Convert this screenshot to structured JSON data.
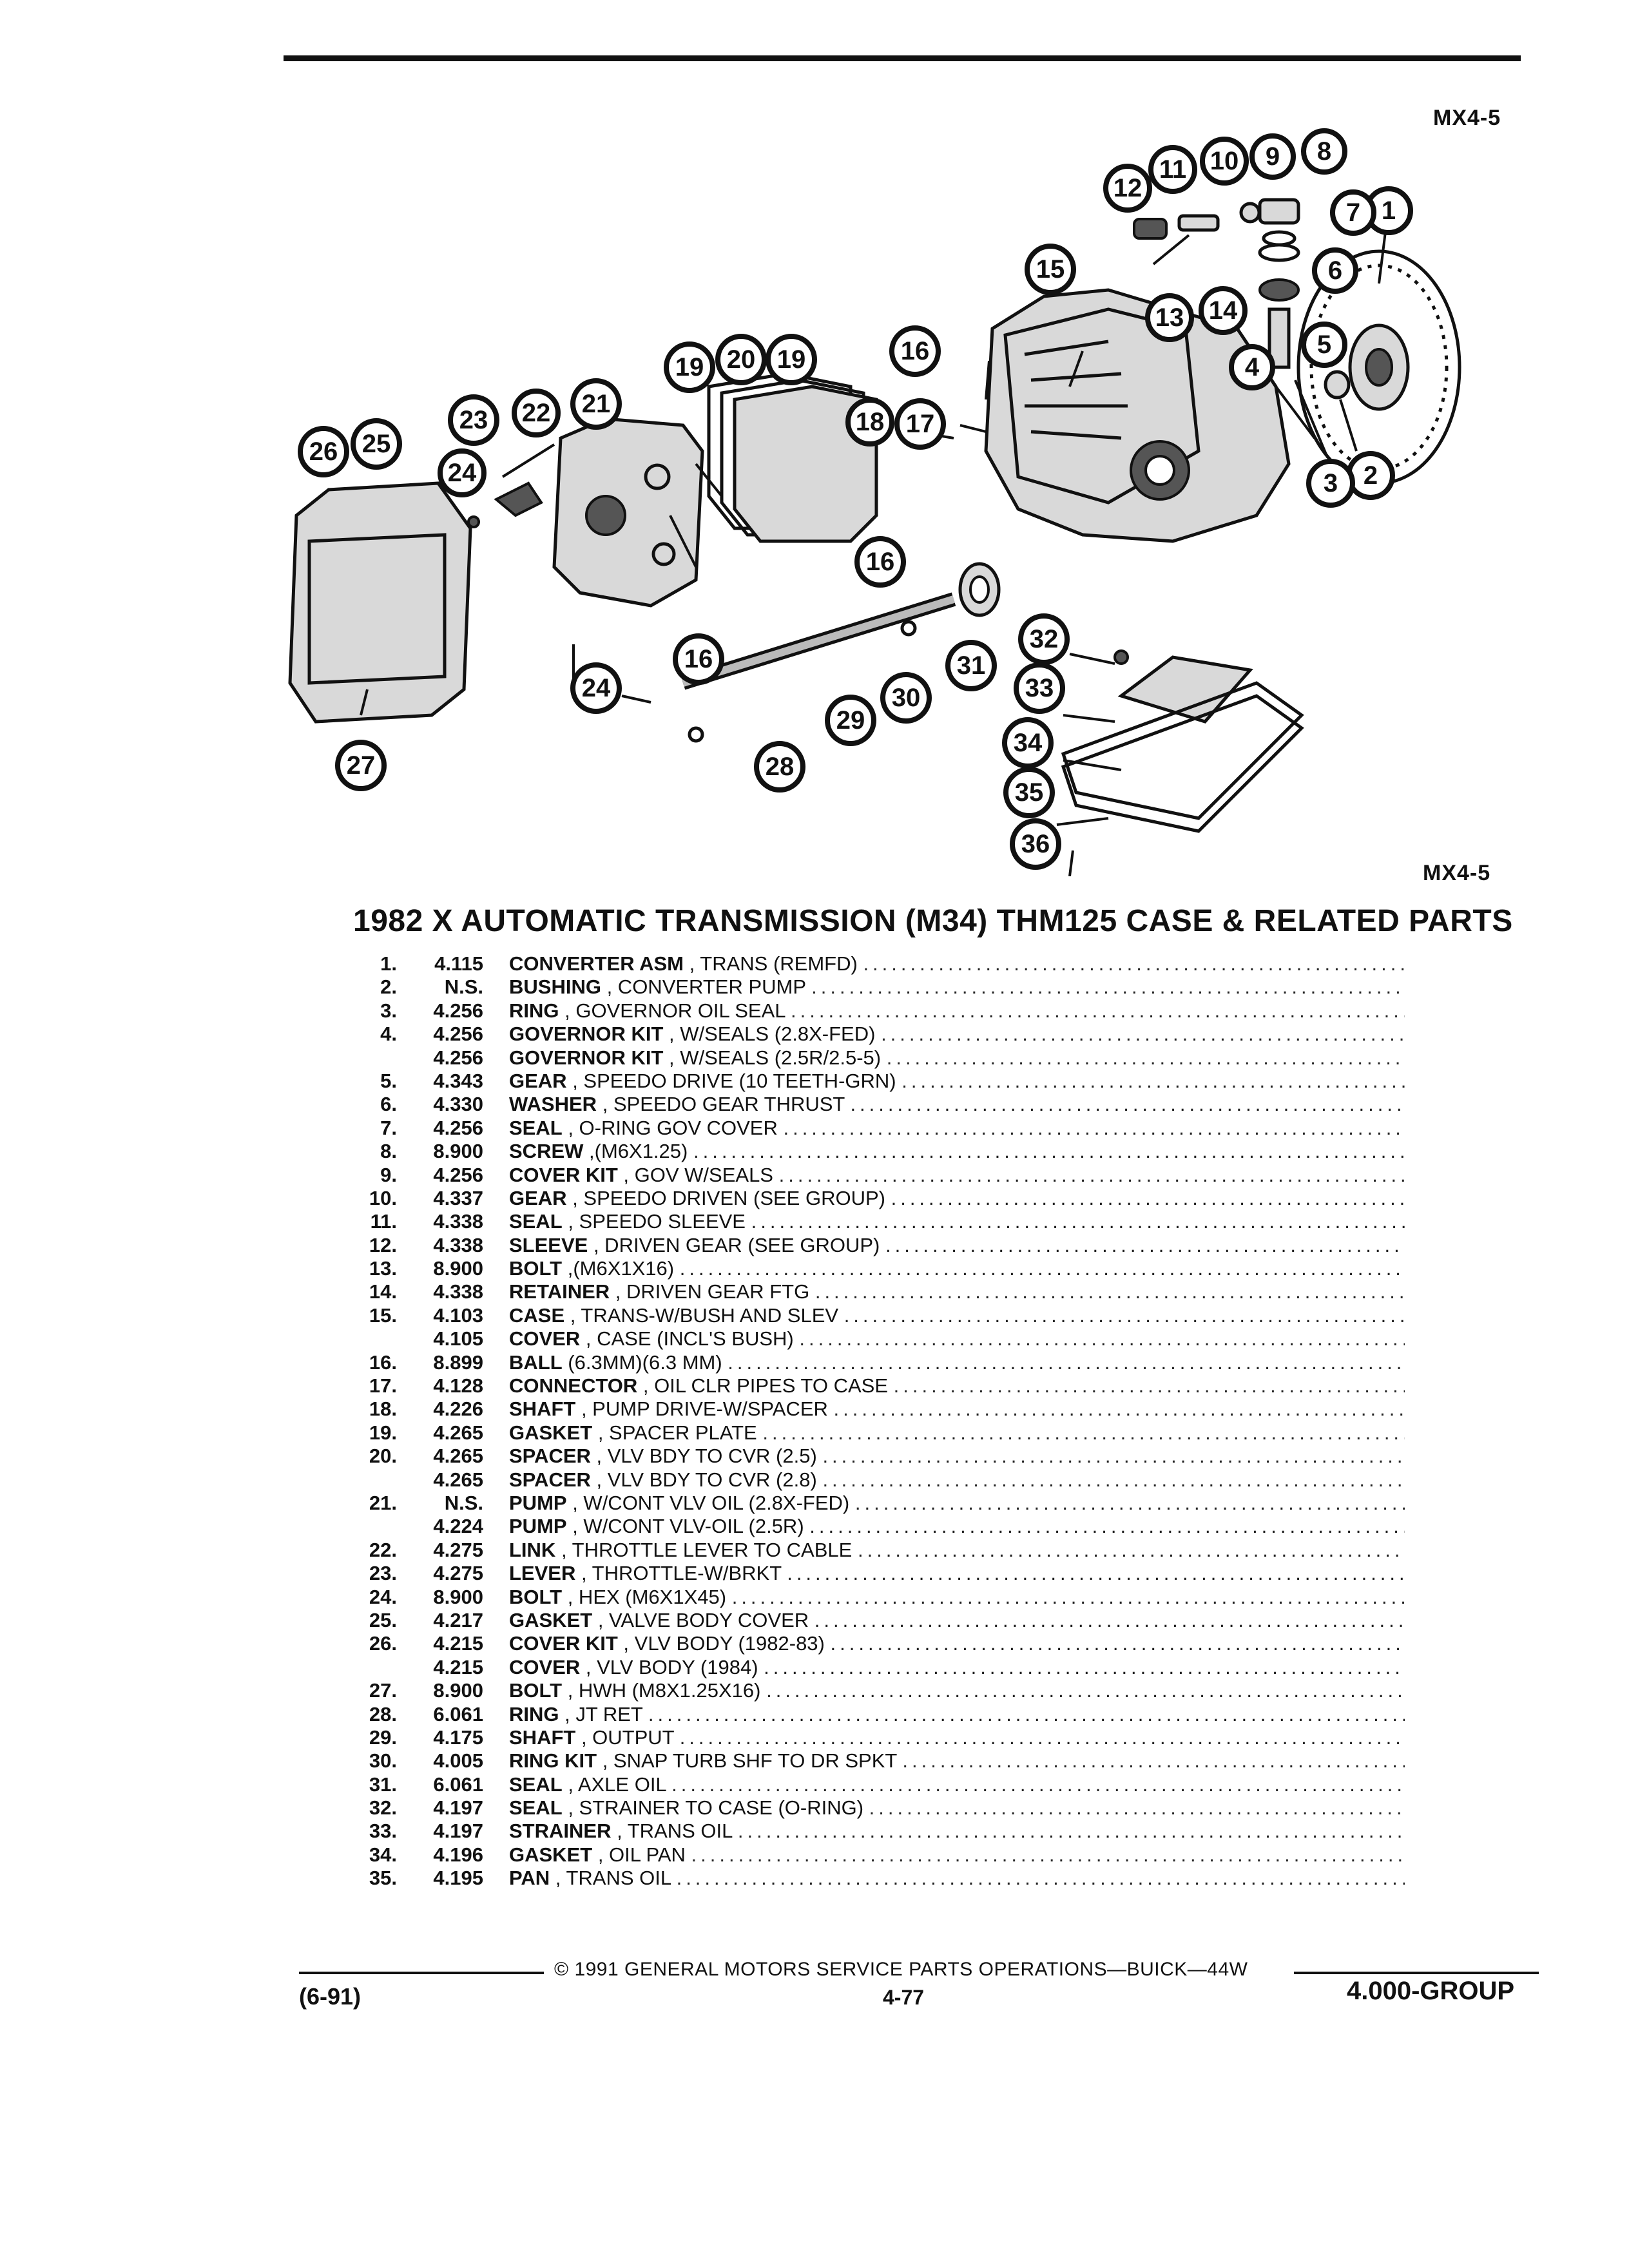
{
  "header": {
    "code_top": "MX4-5",
    "code_bottom": "MX4-5"
  },
  "diagram": {
    "callouts": [
      {
        "id": "c1",
        "label": "1"
      },
      {
        "id": "c2",
        "label": "2"
      },
      {
        "id": "c3",
        "label": "3"
      },
      {
        "id": "c4",
        "label": "4"
      },
      {
        "id": "c5",
        "label": "5"
      },
      {
        "id": "c6",
        "label": "6"
      },
      {
        "id": "c7",
        "label": "7"
      },
      {
        "id": "c8",
        "label": "8"
      },
      {
        "id": "c9",
        "label": "9"
      },
      {
        "id": "c10",
        "label": "10"
      },
      {
        "id": "c11",
        "label": "11"
      },
      {
        "id": "c12",
        "label": "12"
      },
      {
        "id": "c13",
        "label": "13"
      },
      {
        "id": "c14",
        "label": "14"
      },
      {
        "id": "c15",
        "label": "15"
      },
      {
        "id": "c16a",
        "label": "16"
      },
      {
        "id": "c16b",
        "label": "16"
      },
      {
        "id": "c16c",
        "label": "16"
      },
      {
        "id": "c17",
        "label": "17"
      },
      {
        "id": "c18",
        "label": "18"
      },
      {
        "id": "c19a",
        "label": "19"
      },
      {
        "id": "c20",
        "label": "20"
      },
      {
        "id": "c19b",
        "label": "19"
      },
      {
        "id": "c21",
        "label": "21"
      },
      {
        "id": "c22",
        "label": "22"
      },
      {
        "id": "c23",
        "label": "23"
      },
      {
        "id": "c24a",
        "label": "24"
      },
      {
        "id": "c24b",
        "label": "24"
      },
      {
        "id": "c25",
        "label": "25"
      },
      {
        "id": "c26",
        "label": "26"
      },
      {
        "id": "c27",
        "label": "27"
      },
      {
        "id": "c28",
        "label": "28"
      },
      {
        "id": "c29",
        "label": "29"
      },
      {
        "id": "c30",
        "label": "30"
      },
      {
        "id": "c31",
        "label": "31"
      },
      {
        "id": "c32",
        "label": "32"
      },
      {
        "id": "c33",
        "label": "33"
      },
      {
        "id": "c34",
        "label": "34"
      },
      {
        "id": "c35",
        "label": "35"
      },
      {
        "id": "c36",
        "label": "36"
      }
    ]
  },
  "title": "1982 X AUTOMATIC TRANSMISSION (M34) THM125 CASE & RELATED PARTS",
  "parts": [
    {
      "num": "1.",
      "code": "4.115",
      "name": "CONVERTER ASM",
      "detail": ", TRANS (REMFD)"
    },
    {
      "num": "2.",
      "code": "N.S.",
      "name": "BUSHING",
      "detail": ", CONVERTER PUMP"
    },
    {
      "num": "3.",
      "code": "4.256",
      "name": "RING",
      "detail": ", GOVERNOR OIL SEAL"
    },
    {
      "num": "4.",
      "code": "4.256",
      "name": "GOVERNOR KIT",
      "detail": ", W/SEALS (2.8X-FED)"
    },
    {
      "num": "",
      "code": "4.256",
      "name": "GOVERNOR KIT",
      "detail": ", W/SEALS (2.5R/2.5-5)"
    },
    {
      "num": "5.",
      "code": "4.343",
      "name": "GEAR",
      "detail": ", SPEEDO DRIVE (10 TEETH-GRN)"
    },
    {
      "num": "6.",
      "code": "4.330",
      "name": "WASHER",
      "detail": ", SPEEDO GEAR THRUST"
    },
    {
      "num": "7.",
      "code": "4.256",
      "name": "SEAL",
      "detail": ", O-RING GOV COVER"
    },
    {
      "num": "8.",
      "code": "8.900",
      "name": "SCREW",
      "detail": ",(M6X1.25)"
    },
    {
      "num": "9.",
      "code": "4.256",
      "name": "COVER KIT",
      "detail": ", GOV W/SEALS"
    },
    {
      "num": "10.",
      "code": "4.337",
      "name": "GEAR",
      "detail": ", SPEEDO DRIVEN (SEE GROUP)"
    },
    {
      "num": "11.",
      "code": "4.338",
      "name": "SEAL",
      "detail": ", SPEEDO SLEEVE"
    },
    {
      "num": "12.",
      "code": "4.338",
      "name": "SLEEVE",
      "detail": ", DRIVEN GEAR (SEE GROUP)"
    },
    {
      "num": "13.",
      "code": "8.900",
      "name": "BOLT",
      "detail": ",(M6X1X16)"
    },
    {
      "num": "14.",
      "code": "4.338",
      "name": "RETAINER",
      "detail": ", DRIVEN GEAR FTG"
    },
    {
      "num": "15.",
      "code": "4.103",
      "name": "CASE",
      "detail": ", TRANS-W/BUSH AND SLEV"
    },
    {
      "num": "",
      "code": "4.105",
      "name": "COVER",
      "detail": ", CASE (INCL'S BUSH)"
    },
    {
      "num": "16.",
      "code": "8.899",
      "name": "BALL",
      "detail": "(6.3MM)(6.3 MM)"
    },
    {
      "num": "17.",
      "code": "4.128",
      "name": "CONNECTOR",
      "detail": ", OIL CLR PIPES TO CASE"
    },
    {
      "num": "18.",
      "code": "4.226",
      "name": "SHAFT",
      "detail": ", PUMP DRIVE-W/SPACER"
    },
    {
      "num": "19.",
      "code": "4.265",
      "name": "GASKET",
      "detail": ", SPACER PLATE"
    },
    {
      "num": "20.",
      "code": "4.265",
      "name": "SPACER",
      "detail": ", VLV BDY TO CVR (2.5)"
    },
    {
      "num": "",
      "code": "4.265",
      "name": "SPACER",
      "detail": ", VLV BDY TO CVR (2.8)"
    },
    {
      "num": "21.",
      "code": "N.S.",
      "name": "PUMP",
      "detail": ", W/CONT VLV OIL (2.8X-FED)"
    },
    {
      "num": "",
      "code": "4.224",
      "name": "PUMP",
      "detail": ", W/CONT VLV-OIL (2.5R)"
    },
    {
      "num": "22.",
      "code": "4.275",
      "name": "LINK",
      "detail": ", THROTTLE LEVER TO CABLE"
    },
    {
      "num": "23.",
      "code": "4.275",
      "name": "LEVER",
      "detail": ", THROTTLE-W/BRKT"
    },
    {
      "num": "24.",
      "code": "8.900",
      "name": "BOLT",
      "detail": ", HEX (M6X1X45)"
    },
    {
      "num": "25.",
      "code": "4.217",
      "name": "GASKET",
      "detail": ", VALVE BODY COVER"
    },
    {
      "num": "26.",
      "code": "4.215",
      "name": "COVER KIT",
      "detail": ", VLV BODY (1982-83)"
    },
    {
      "num": "",
      "code": "4.215",
      "name": "COVER",
      "detail": ", VLV BODY (1984)"
    },
    {
      "num": "27.",
      "code": "8.900",
      "name": "BOLT",
      "detail": ", HWH (M8X1.25X16)"
    },
    {
      "num": "28.",
      "code": "6.061",
      "name": "RING",
      "detail": ", JT RET"
    },
    {
      "num": "29.",
      "code": "4.175",
      "name": "SHAFT",
      "detail": ", OUTPUT"
    },
    {
      "num": "30.",
      "code": "4.005",
      "name": "RING KIT",
      "detail": ", SNAP TURB SHF TO DR SPKT"
    },
    {
      "num": "31.",
      "code": "6.061",
      "name": "SEAL",
      "detail": ", AXLE OIL"
    },
    {
      "num": "32.",
      "code": "4.197",
      "name": "SEAL",
      "detail": ", STRAINER TO CASE (O-RING)"
    },
    {
      "num": "33.",
      "code": "4.197",
      "name": "STRAINER",
      "detail": ", TRANS OIL"
    },
    {
      "num": "34.",
      "code": "4.196",
      "name": "GASKET",
      "detail": ", OIL PAN"
    },
    {
      "num": "35.",
      "code": "4.195",
      "name": "PAN",
      "detail": ", TRANS OIL"
    }
  ],
  "footer": {
    "copyright": "© 1991 GENERAL MOTORS SERVICE PARTS OPERATIONS—BUICK—44W",
    "date": "(6-91)",
    "page": "4-77",
    "group": "4.000-GROUP"
  }
}
